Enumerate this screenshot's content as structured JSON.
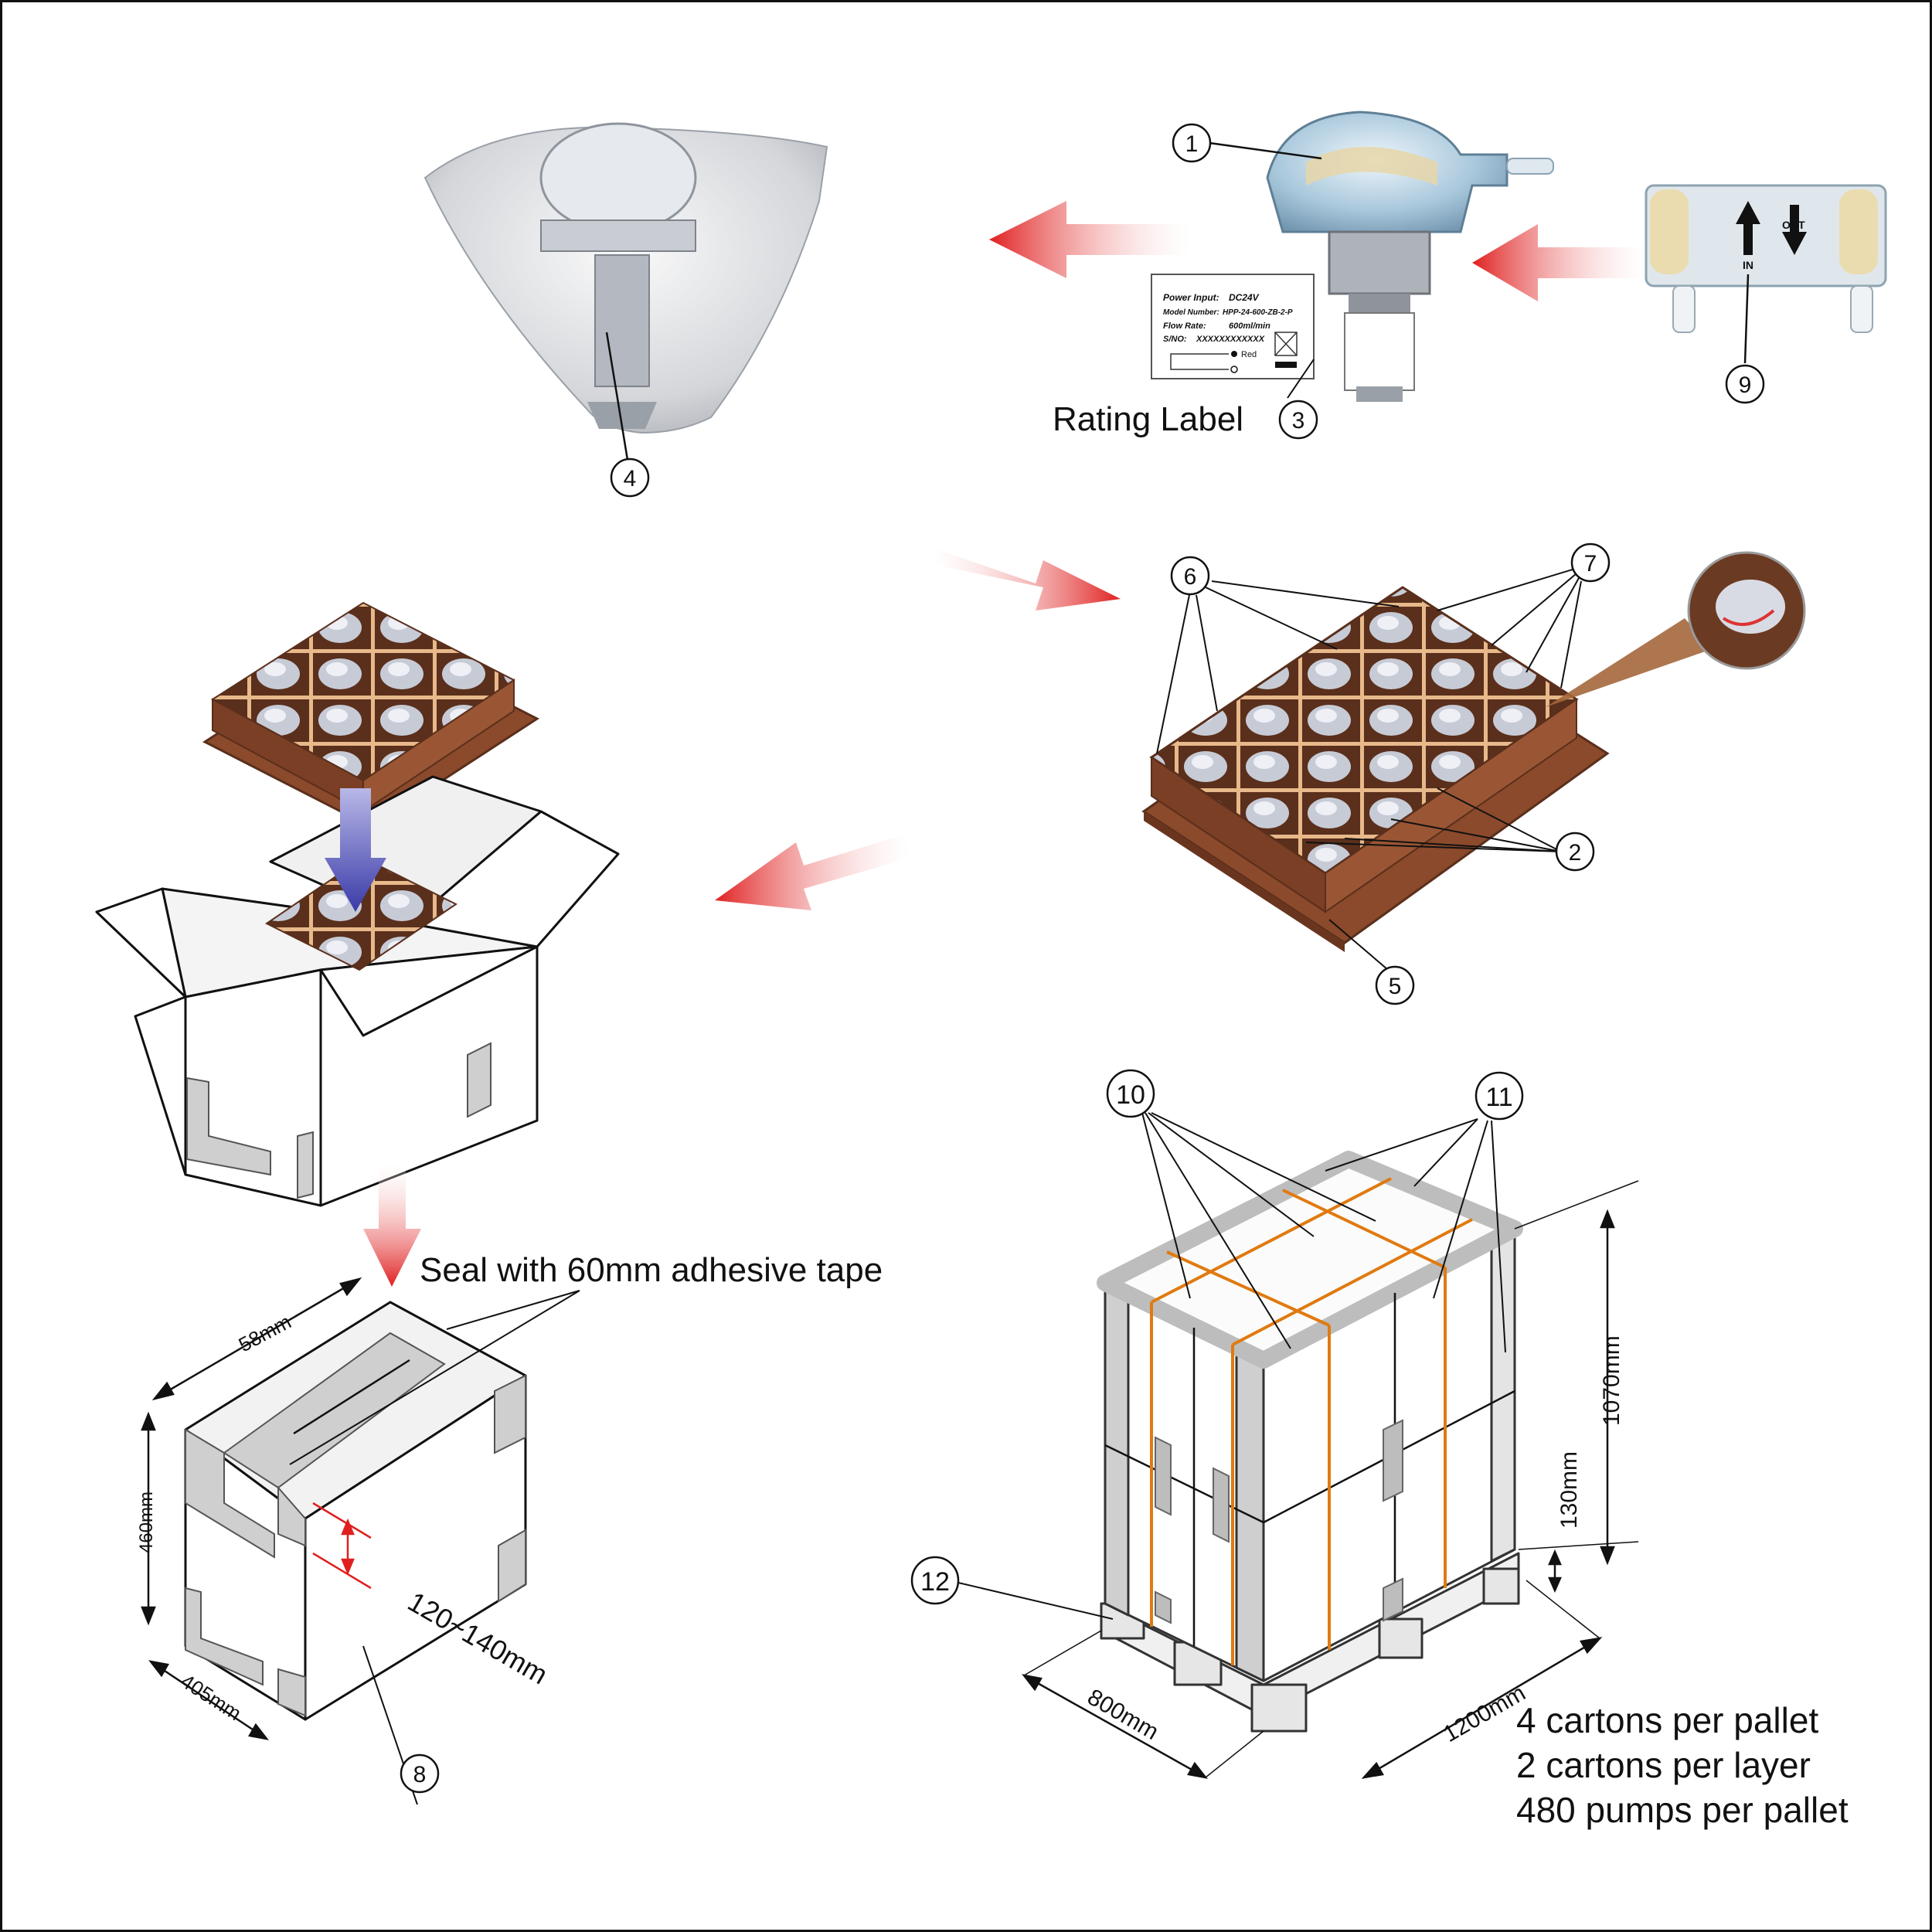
{
  "colors": {
    "arrow_red": "#e02020",
    "arrow_blue": "#3a3aa8",
    "cardboard": "#8b4a2b",
    "divider_light": "#e8b98a",
    "strap": "#e07a10",
    "line": "#111111",
    "tape": "#c8c8c8"
  },
  "callouts": {
    "c1": "1",
    "c2": "2",
    "c3": "3",
    "c4": "4",
    "c5": "5",
    "c6": "6",
    "c7": "7",
    "c8": "8",
    "c9": "9",
    "c10": "10",
    "c11": "11",
    "c12": "12"
  },
  "labels": {
    "rating_label": "Rating Label",
    "seal_tape": "Seal with 60mm adhesive tape",
    "dim_58": "58mm",
    "dim_460": "460mm",
    "dim_405": "405mm",
    "dim_120_140": "120~140mm",
    "dim_800": "800mm",
    "dim_1200": "1200mm",
    "dim_1070": "1070mm",
    "dim_130": "130mm",
    "pallet_line1": "4 cartons per pallet",
    "pallet_line2": "2 cartons per layer",
    "pallet_line3": "480 pumps per pallet"
  },
  "rating_label_card": {
    "power": "Power Input:",
    "power_val": "DC24V",
    "model": "Model Number:",
    "model_val": "HPP-24-600-ZB-2-P",
    "flow": "Flow Rate:",
    "flow_val": "600ml/min",
    "sno": "S/NO:",
    "sno_val": "XXXXXXXXXXXX",
    "red": "Red"
  },
  "pump_marks": {
    "in": "IN",
    "out": "OUT"
  }
}
